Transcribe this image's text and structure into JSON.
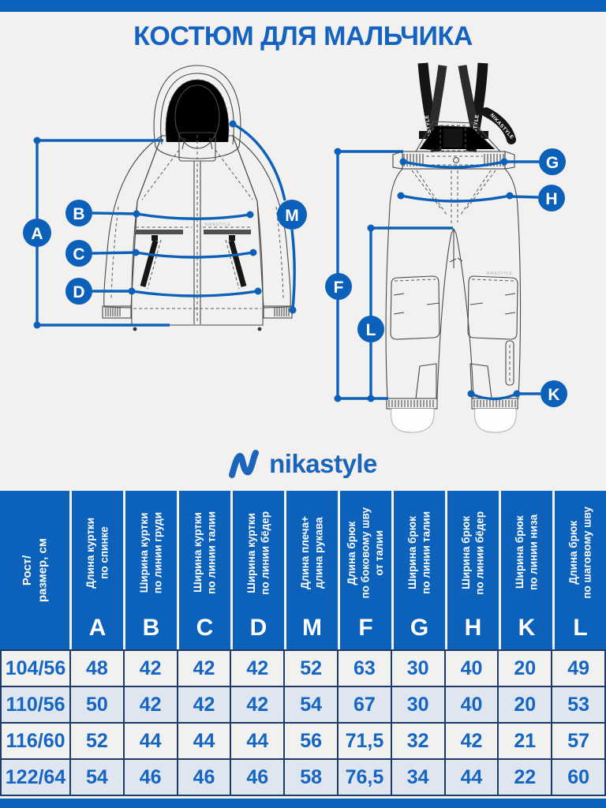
{
  "title": "КОСТЮМ ДЛЯ МАЛЬЧИКА",
  "brand": {
    "name": "nikastyle",
    "icon": "wave-n-logo-icon"
  },
  "colors": {
    "accent_blue": "#0c62ba",
    "text_blue": "#1565c2",
    "table_border": "#1d3b6a",
    "row_light": "#f1f1ef",
    "row_alt": "#dfe6f0",
    "background": "#f2f1ef"
  },
  "diagram": {
    "jacket_brand": "NIKASTYLE",
    "pants_brand": "NIKASTYLE",
    "strap_brand": "NIKASTYLE",
    "letters": [
      "A",
      "B",
      "C",
      "D",
      "M",
      "F",
      "G",
      "H",
      "L",
      "K"
    ]
  },
  "table": {
    "row_header": {
      "label": "Рост/\nразмер, см"
    },
    "columns": [
      {
        "letter": "A",
        "label": "Длина куртки\nпо спинке"
      },
      {
        "letter": "B",
        "label": "Ширина куртки\nпо линии груди"
      },
      {
        "letter": "C",
        "label": "Ширина куртки\nпо линии талии"
      },
      {
        "letter": "D",
        "label": "Ширина куртки\nпо линии бёдер"
      },
      {
        "letter": "M",
        "label": "Длина плеча+\nдлина рукава"
      },
      {
        "letter": "F",
        "label": "Длина брюк\nпо боковому шву\nот талии"
      },
      {
        "letter": "G",
        "label": "Ширина брюк\nпо линии талии"
      },
      {
        "letter": "H",
        "label": "Ширина брюк\nпо линии бёдер"
      },
      {
        "letter": "K",
        "label": "Ширина брюк\nпо линии низа"
      },
      {
        "letter": "L",
        "label": "Длина брюк\nпо шаговому шву"
      }
    ],
    "rows": [
      {
        "size": "104/56",
        "values": [
          "48",
          "42",
          "42",
          "42",
          "52",
          "63",
          "30",
          "40",
          "20",
          "49"
        ]
      },
      {
        "size": "110/56",
        "values": [
          "50",
          "42",
          "42",
          "42",
          "54",
          "67",
          "30",
          "40",
          "20",
          "53"
        ]
      },
      {
        "size": "116/60",
        "values": [
          "52",
          "44",
          "44",
          "44",
          "56",
          "71,5",
          "32",
          "42",
          "21",
          "57"
        ]
      },
      {
        "size": "122/64",
        "values": [
          "54",
          "46",
          "46",
          "46",
          "58",
          "76,5",
          "34",
          "44",
          "22",
          "60"
        ]
      }
    ]
  }
}
